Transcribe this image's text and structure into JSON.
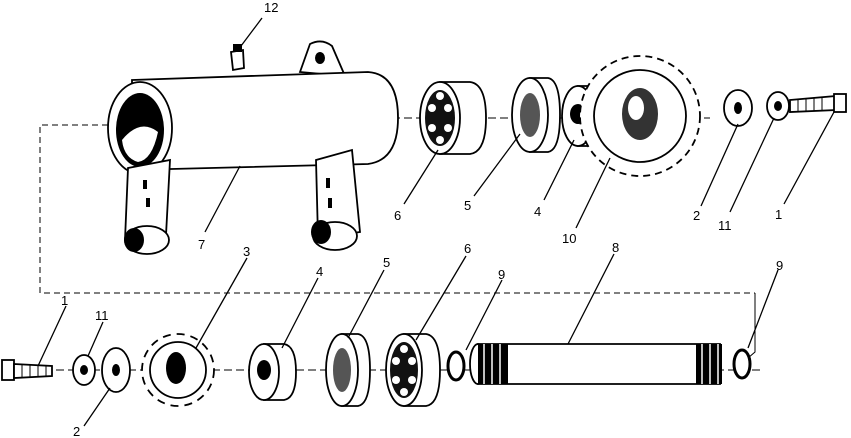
{
  "callouts": {
    "top_12": "12",
    "top_7": "7",
    "top_6": "6",
    "top_5": "5",
    "top_4": "4",
    "top_10": "10",
    "top_2": "2",
    "top_11": "11",
    "top_1": "1",
    "bot_3": "3",
    "bot_4": "4",
    "bot_5": "5",
    "bot_6": "6",
    "bot_9a": "9",
    "bot_8": "8",
    "bot_9b": "9",
    "bot_1": "1",
    "bot_11": "11",
    "bot_2": "2"
  },
  "colors": {
    "ink": "#000000",
    "paper": "#ffffff"
  }
}
